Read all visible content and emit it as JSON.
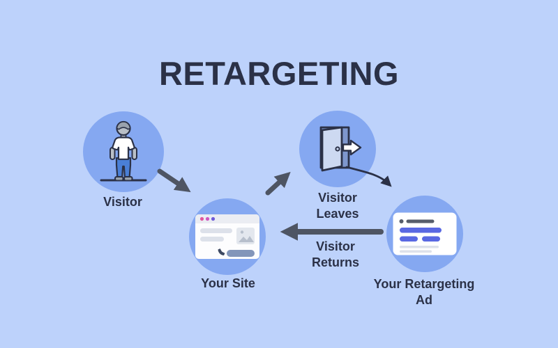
{
  "diagram": {
    "title": "RETARGETING",
    "nodes": [
      {
        "id": "visitor",
        "label": "Visitor",
        "icon": "person-icon"
      },
      {
        "id": "your-site",
        "label": "Your Site",
        "icon": "browser-window-icon"
      },
      {
        "id": "visitor-leaves",
        "label": "Visitor Leaves",
        "icon": "exit-door-icon"
      },
      {
        "id": "retargeting-ad",
        "label": "Your Retargeting Ad",
        "icon": "ad-card-icon"
      }
    ],
    "edges": [
      {
        "from": "visitor",
        "to": "your-site",
        "label": ""
      },
      {
        "from": "your-site",
        "to": "visitor-leaves",
        "label": ""
      },
      {
        "from": "visitor-leaves",
        "to": "retargeting-ad",
        "label": ""
      },
      {
        "from": "retargeting-ad",
        "to": "your-site",
        "label": "Visitor Returns"
      }
    ]
  },
  "colors": {
    "bg": "#bdd2fb",
    "circle": "#85a8f1",
    "ink": "#2b3147",
    "arrow": "#4e5563",
    "card": "#fdfdfe",
    "cardbar": "#dde1ea",
    "topbar": "#ebedf3",
    "dot1": "#e0569d",
    "dot2": "#cf56c0",
    "dot3": "#6f5bd8",
    "adblue": "#5968e2",
    "addark": "#565d6b",
    "pill": "#8396ba",
    "jeans": "#4a7fd6",
    "skin": "#b9bfc7",
    "hair": "#9aa2ad",
    "doorframe": "#7e97cd",
    "doorleaf": "#cdd9f1",
    "imgph": "#e3e7ee",
    "imgglyph": "#b7bfcc"
  }
}
